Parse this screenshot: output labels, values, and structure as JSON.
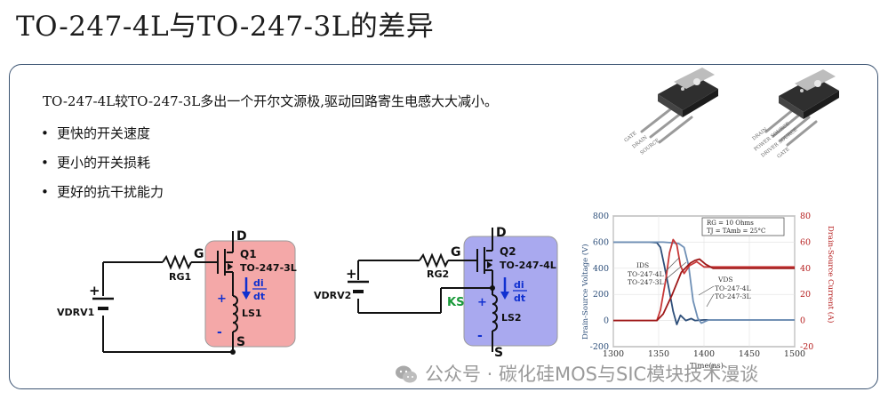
{
  "title": "TO-247-4L与TO-247-3L的差异",
  "intro": "TO-247-4L较TO-247-3L多出一个开尔文源极,驱动回路寄生电感大大减小。",
  "bullets": [
    "更快的开关速度",
    "更小的开关损耗",
    "更好的抗干扰能力"
  ],
  "package_labels": {
    "pkg3": [
      "GATE",
      "DRAIN",
      "SOURCE"
    ],
    "pkg4": [
      "DRAIN",
      "POWER SOURCE",
      "DRIVER SOURCE",
      "GATE"
    ]
  },
  "circuit1": {
    "d": "D",
    "g": "G",
    "q": "Q1",
    "part": "TO-247-3L",
    "rg": "RG1",
    "vdrv": "VDRV1",
    "ls": "LS1",
    "s": "S",
    "di": "di",
    "dt": "dt",
    "plus": "+",
    "minus": "-"
  },
  "circuit2": {
    "d": "D",
    "g": "G",
    "q": "Q2",
    "part": "TO-247-4L",
    "rg": "RG2",
    "vdrv": "VDRV2",
    "ls": "LS2",
    "s": "S",
    "ks": "KS",
    "di": "di",
    "dt": "dt",
    "plus": "+",
    "minus": "-"
  },
  "colors": {
    "pink_box": "#f4a8a8",
    "blue_box": "#a9a9ef",
    "arrow": "#1030d0",
    "ks": "#1a9a3a",
    "vds": "#2e4f7a",
    "ids": "#b51c1c",
    "panel_border": "#3d5573"
  },
  "chart_data": {
    "type": "line",
    "xlabel": "Time(ns)",
    "ylabel_left": "Drain-Source Voltage (V)",
    "ylabel_right": "Drain-Source Current (A)",
    "xlim": [
      1300,
      1500
    ],
    "ylim_left": [
      -200,
      800
    ],
    "ylim_right": [
      -20,
      80
    ],
    "x_ticks": [
      1300,
      1350,
      1400,
      1450,
      1500
    ],
    "y_ticks_left": [
      -200,
      0,
      200,
      400,
      600,
      800
    ],
    "y_ticks_right": [
      -20,
      0,
      20,
      40,
      60,
      80
    ],
    "legend_box": [
      "RG = 10 Ohms",
      "TJ = TAmb = 25°C"
    ],
    "annotations": {
      "ids": "IDS",
      "vds": "VDS",
      "l4": "TO-247-4L",
      "l3": "TO-247-3L"
    },
    "series": [
      {
        "key": "vds_4l",
        "axis": "left",
        "color": "#2e4f7a",
        "x": [
          1300,
          1340,
          1348,
          1352,
          1356,
          1362,
          1366,
          1370,
          1374,
          1380,
          1386,
          1390,
          1400,
          1500
        ],
        "y": [
          600,
          600,
          595,
          560,
          430,
          220,
          70,
          -30,
          40,
          0,
          15,
          0,
          5,
          5
        ]
      },
      {
        "key": "vds_3l",
        "axis": "left",
        "color": "#6e8fb5",
        "x": [
          1300,
          1345,
          1355,
          1365,
          1372,
          1378,
          1383,
          1388,
          1393,
          1397,
          1405,
          1500
        ],
        "y": [
          600,
          600,
          600,
          595,
          590,
          560,
          420,
          150,
          20,
          -20,
          5,
          5
        ]
      },
      {
        "key": "ids_4l",
        "axis": "right",
        "color": "#c73838",
        "x": [
          1300,
          1348,
          1352,
          1358,
          1362,
          1366,
          1370,
          1374,
          1378,
          1384,
          1392,
          1400,
          1500
        ],
        "y": [
          0,
          0,
          8,
          32,
          52,
          62,
          58,
          42,
          36,
          42,
          45,
          41,
          41
        ]
      },
      {
        "key": "ids_3l",
        "axis": "right",
        "color": "#9e1818",
        "x": [
          1300,
          1348,
          1355,
          1365,
          1375,
          1385,
          1390,
          1395,
          1402,
          1410,
          1420,
          1500
        ],
        "y": [
          0,
          0,
          5,
          20,
          37,
          44,
          46,
          47,
          43,
          40,
          40,
          40
        ]
      }
    ]
  },
  "watermark": "公众号 · 碳化硅MOS与SIC模块技术漫谈"
}
